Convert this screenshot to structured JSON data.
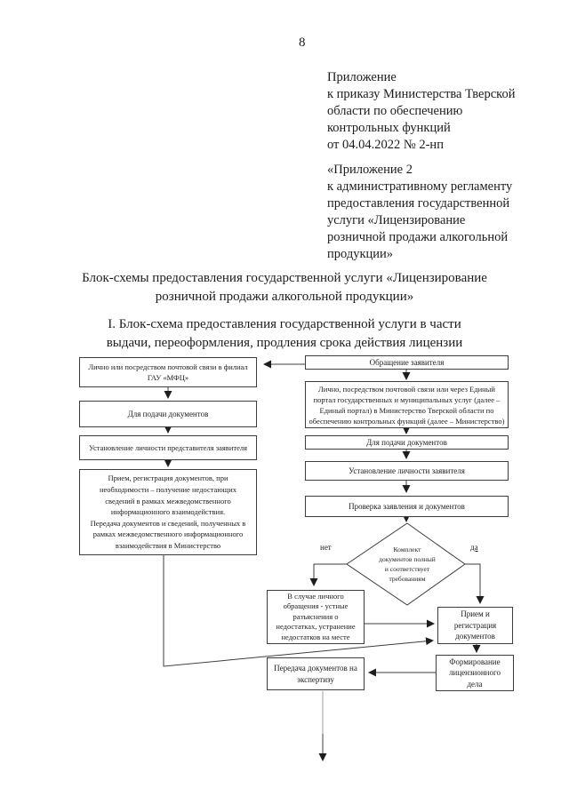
{
  "page_number": "8",
  "header": {
    "appendix_ref": "Приложение\nк приказу Министерства Тверской\nобласти по обеспечению\nконтрольных функций\nот 04.04.2022 № 2-нп",
    "appendix_title": "«Приложение 2\nк административному регламенту\nпредоставления государственной\nуслуги «Лицензирование\nрозничной продажи алкогольной\nпродукции»"
  },
  "title": "Блок-схемы предоставления государственной услуги «Лицензирование\nрозничной продажи алкогольной продукции»",
  "section_title": "I. Блок-схема предоставления государственной услуги в части\nвыдачи, переоформления, продления срока действия лицензии",
  "flowchart": {
    "mfc_branch": {
      "apply": "Лично или посредством почтовой связи в филиал\nГАУ «МФЦ»",
      "purpose": "Для подачи документов",
      "identity": "Установление личности представителя заявителя",
      "reception": "Прием, регистрация документов, при\nнеобходимости – получение недостающих\nсведений в рамках межведомственного\nинформационного взаимодействия.\nПередача документов и сведений, полученных в\nрамках межведомственного информационного\nвзаимодействия в Министерство"
    },
    "ministry_branch": {
      "start": "Обращение заявителя",
      "apply": "Лично, посредством почтовой связи или через Единый\nпортал государственных и муниципальных услуг (далее –\nЕдиный портал) в Министерство Тверской области по\nобеспечению контрольных функций (далее – Министерство)",
      "purpose": "Для подачи документов",
      "identity": "Установление личности заявителя",
      "check": "Проверка заявления и документов"
    },
    "decision": {
      "text": "Комплект\nдокументов полный\nи соответствует\nтребованиям",
      "label_no": "нет",
      "label_yes": "да"
    },
    "defects": "В случае личного\nобращения - устные\nразъяснения о\nнедостатках, устранение\nнедостатков на месте",
    "registration": "Прием и\nрегистрация\nдокументов",
    "case_formation": "Формирование\nлицензионного\nдела",
    "expertise": "Передача документов на\nэкспертизу"
  }
}
